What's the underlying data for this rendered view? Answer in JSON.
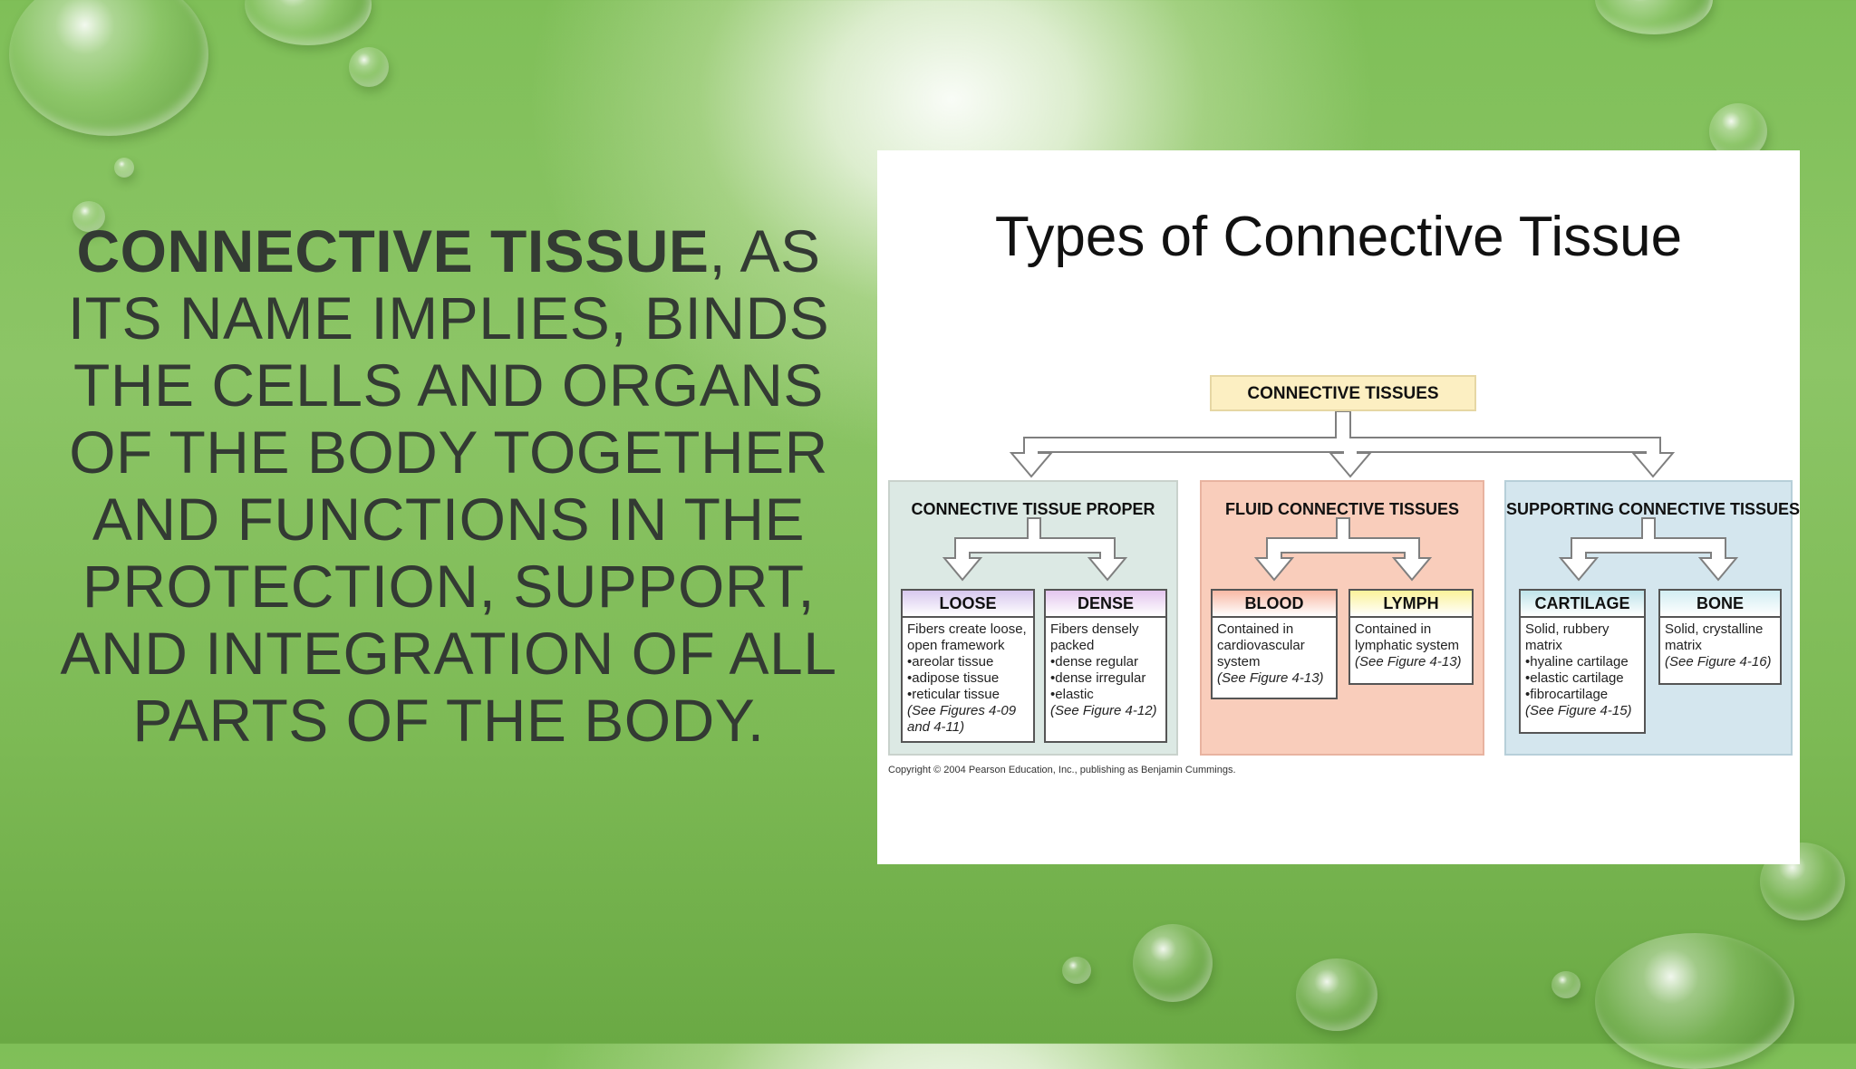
{
  "statement": {
    "bold": "Connective tissue",
    "rest": ", as its name implies, binds the cells and organs of the body together and functions in the protection, support, and integration of all parts of the body."
  },
  "figure": {
    "title": "Types of Connective Tissue",
    "root": "CONNECTIVE TISSUES",
    "groups": [
      {
        "label": "CONNECTIVE TISSUE PROPER"
      },
      {
        "label": "FLUID CONNECTIVE TISSUES"
      },
      {
        "label": "SUPPORTING CONNECTIVE TISSUES"
      }
    ],
    "boxes": [
      {
        "title": "LOOSE",
        "color": "#c9b6e4",
        "desc": "Fibers create loose, open framework",
        "items": [
          "areolar tissue",
          "adipose tissue",
          "reticular tissue"
        ],
        "ref": "(See Figures 4-09 and 4-11)"
      },
      {
        "title": "DENSE",
        "color": "#d9b6e6",
        "desc": "Fibers densely packed",
        "items": [
          "dense regular",
          "dense irregular",
          "elastic"
        ],
        "ref": "(See Figure 4-12)"
      },
      {
        "title": "BLOOD",
        "color": "#f7b7a3",
        "desc": "Contained in cardiovascular system",
        "items": [],
        "ref": "(See Figure 4-13)"
      },
      {
        "title": "LYMPH",
        "color": "#fbf29a",
        "desc": "Contained in lymphatic system",
        "items": [],
        "ref": "(See Figure 4-13)"
      },
      {
        "title": "CARTILAGE",
        "color": "#bfe3ea",
        "desc": "Solid, rubbery matrix",
        "items": [
          "hyaline cartilage",
          "elastic cartilage",
          "fibrocartilage"
        ],
        "ref": "(See Figure 4-15)"
      },
      {
        "title": "BONE",
        "color": "#d2edf2",
        "desc": "Solid, crystalline matrix",
        "items": [],
        "ref": "(See Figure 4-16)"
      }
    ],
    "copyright": "Copyright © 2004 Pearson Education, Inc., publishing as Benjamin Cummings."
  }
}
